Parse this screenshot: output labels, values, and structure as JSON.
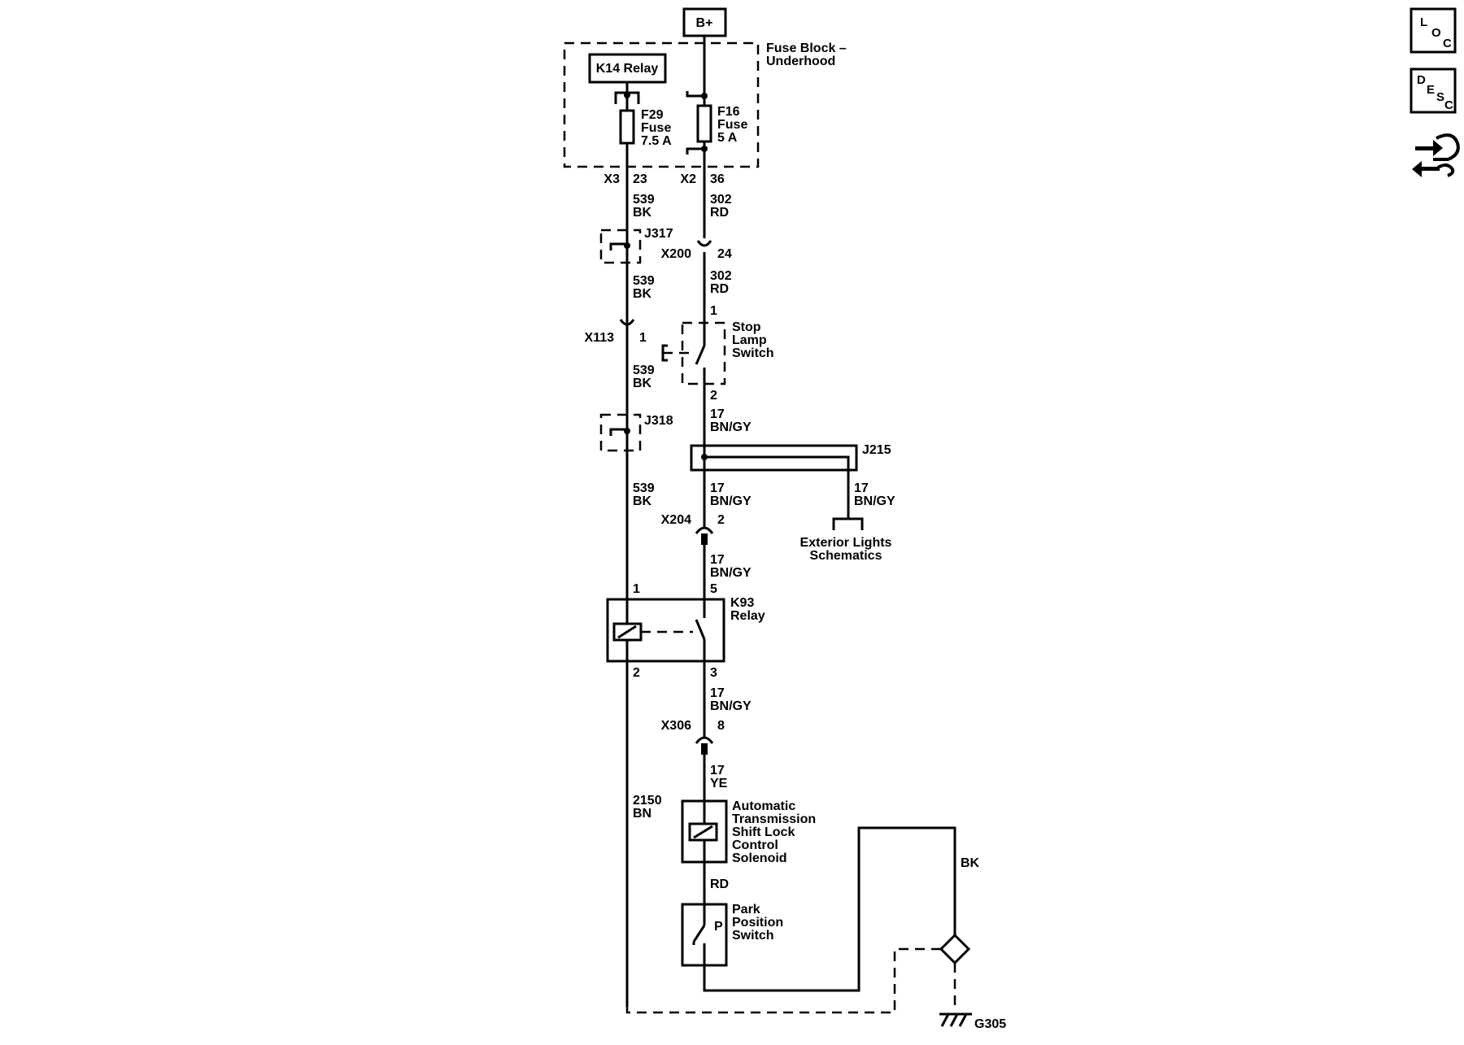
{
  "title_box": "B+",
  "fuse_block": {
    "label_line1": "Fuse Block –",
    "label_line2": "Underhood",
    "k14_relay": "K14 Relay",
    "f29": {
      "name": "F29",
      "word": "Fuse",
      "rating": "7.5 A"
    },
    "f16": {
      "name": "F16",
      "word": "Fuse",
      "rating": "5 A"
    },
    "x3": "X3",
    "x3_pin": "23",
    "x2": "X2",
    "x2_pin": "36"
  },
  "wires": {
    "w539": "539",
    "bk": "BK",
    "w302": "302",
    "rd": "RD",
    "w17": "17",
    "bngy": "BN/GY",
    "ye": "YE",
    "w2150": "2150",
    "bn": "BN",
    "rd2": "RD",
    "bk2": "BK"
  },
  "connectors": {
    "j317": "J317",
    "j318": "J318",
    "j215": "J215",
    "x200": "X200",
    "x200_pin": "24",
    "x113": "X113",
    "x113_pin": "1",
    "x204": "X204",
    "x204_pin": "2",
    "x306": "X306",
    "x306_pin": "8"
  },
  "stop_lamp": {
    "pin_in": "1",
    "pin_out": "2",
    "l1": "Stop",
    "l2": "Lamp",
    "l3": "Switch"
  },
  "k93": {
    "pin1": "1",
    "pin5": "5",
    "pin2": "2",
    "pin3": "3",
    "l1": "K93",
    "l2": "Relay"
  },
  "exterior": {
    "l1": "Exterior Lights",
    "l2": "Schematics"
  },
  "solenoid": {
    "l1": "Automatic",
    "l2": "Transmission",
    "l3": "Shift Lock",
    "l4": "Control",
    "l5": "Solenoid"
  },
  "park": {
    "l1": "Park",
    "l2": "Position",
    "l3": "Switch",
    "p": "P"
  },
  "ground": "G305",
  "side_icons": {
    "loc": [
      "L",
      "O",
      "C"
    ],
    "desc": [
      "D",
      "E",
      "S",
      "C"
    ],
    "nav": "connector-nav-icon"
  }
}
